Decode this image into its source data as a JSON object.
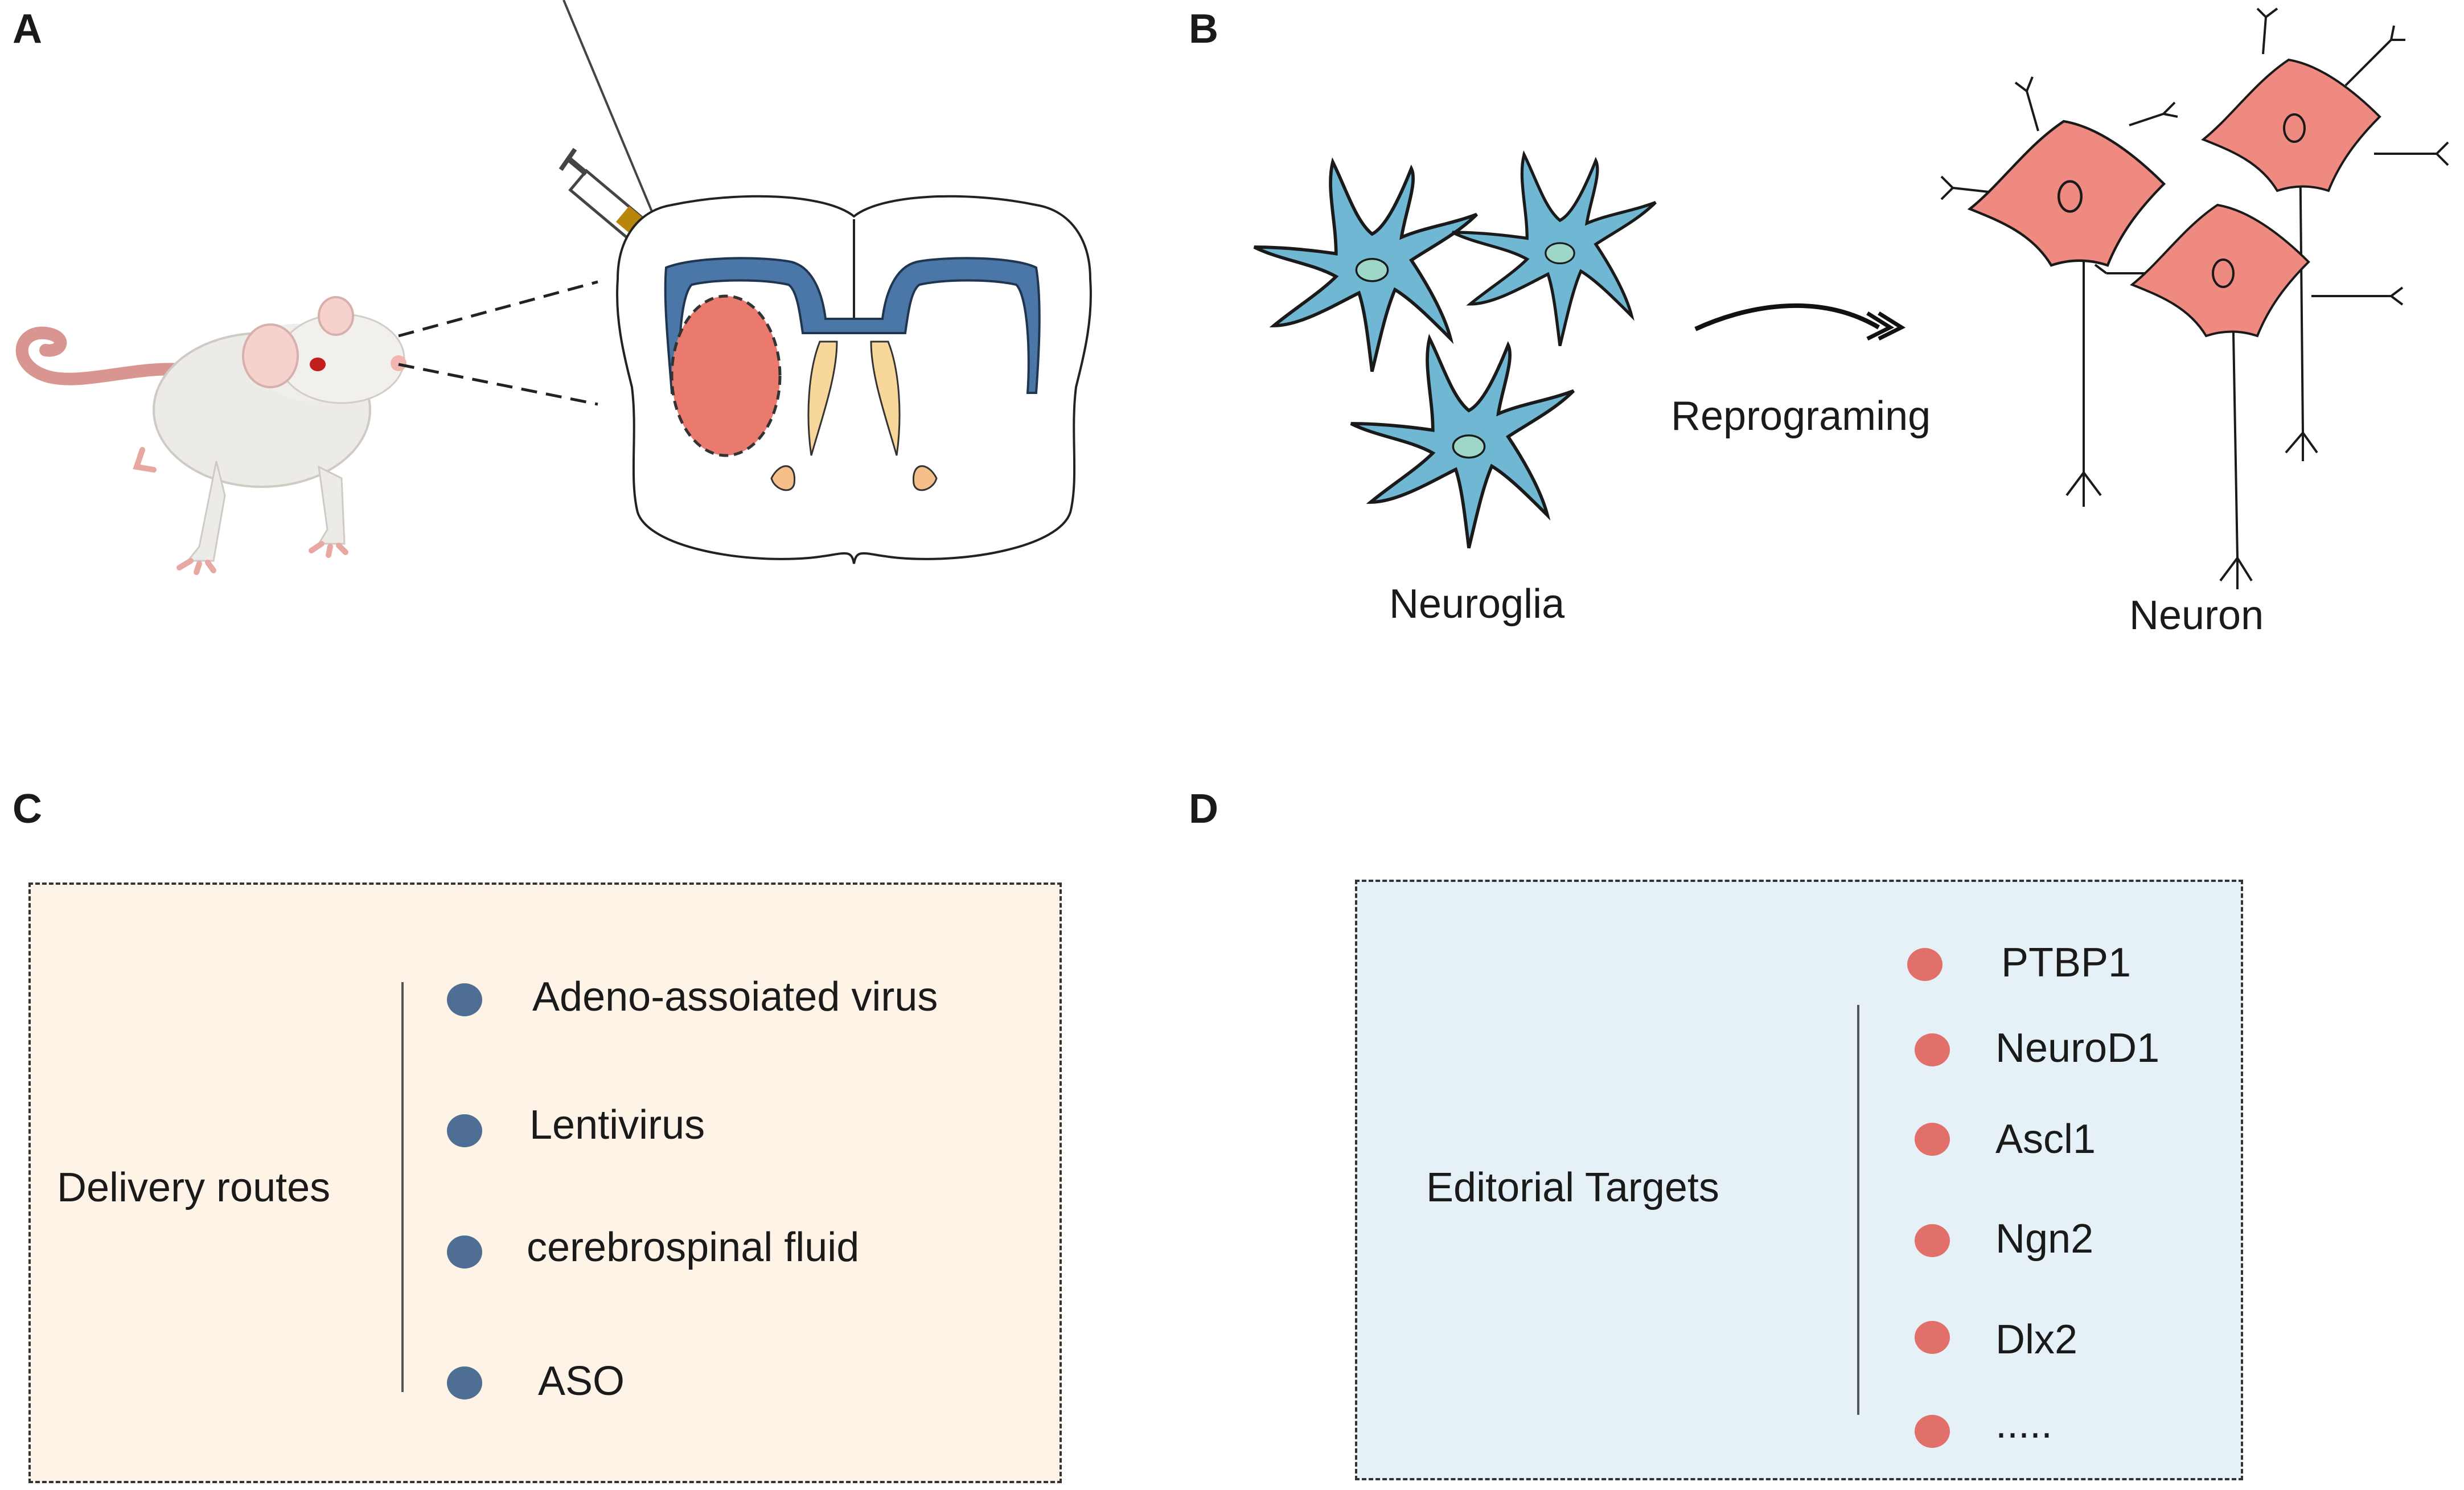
{
  "panels": {
    "a": {
      "letter": "A"
    },
    "b": {
      "letter": "B",
      "left_label": "Neuroglia",
      "arrow_label": "Reprograming",
      "right_label": "Neuron"
    },
    "c": {
      "letter": "C",
      "title": "Delivery routes",
      "items": [
        "Adeno-assoiated virus",
        "Lentivirus",
        "cerebrospinal fluid",
        "ASO"
      ]
    },
    "d": {
      "letter": "D",
      "title": "Editorial Targets",
      "items": [
        "PTBP1",
        "NeuroD1",
        "Ascl1",
        "Ngn2",
        "Dlx2",
        "....."
      ]
    }
  },
  "colors": {
    "panel_c_bg": "#fdf3e6",
    "panel_d_bg": "#e6f0f7",
    "route_dot": "#4e6e93",
    "target_dot": "#e2706a",
    "glia_fill": "#6fb7d3",
    "neuron_fill": "#ee8a80",
    "ventricle": "#4a76a8",
    "lesion": "#ea7a6e",
    "horn": "#f8d89a"
  },
  "icons": [
    "mouse-illustration",
    "syringe-icon",
    "brain-section-icon",
    "astrocyte-icon",
    "neuron-icon",
    "arrow-icon"
  ]
}
